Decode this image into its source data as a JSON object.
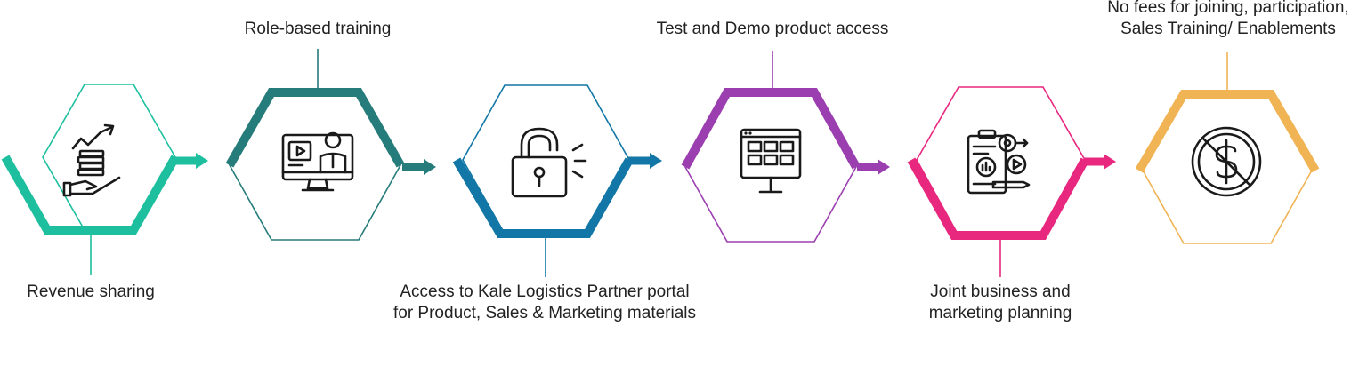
{
  "steps": [
    {
      "label_lines": [
        "Revenue  sharing"
      ],
      "color": "#1ebf9f",
      "icon": "revenue-hand-coins-icon"
    },
    {
      "label_lines": [
        "Role-based training"
      ],
      "color": "#257c7a",
      "icon": "video-training-monitor-icon"
    },
    {
      "label_lines": [
        "Access to Kale Logistics Partner portal",
        "for Product, Sales & Marketing materials"
      ],
      "color": "#1277a6",
      "icon": "unlocked-padlock-icon"
    },
    {
      "label_lines": [
        "Test and Demo product access"
      ],
      "color": "#9b3fb0",
      "icon": "demo-dashboard-monitor-icon"
    },
    {
      "label_lines": [
        "Joint business and",
        "marketing planning"
      ],
      "color": "#e8277f",
      "icon": "business-plan-target-icon"
    },
    {
      "label_lines": [
        "No fees for joining, participation,",
        "Sales Training/ Enablements"
      ],
      "color": "#f0b455",
      "icon": "no-fees-dollar-icon"
    }
  ]
}
